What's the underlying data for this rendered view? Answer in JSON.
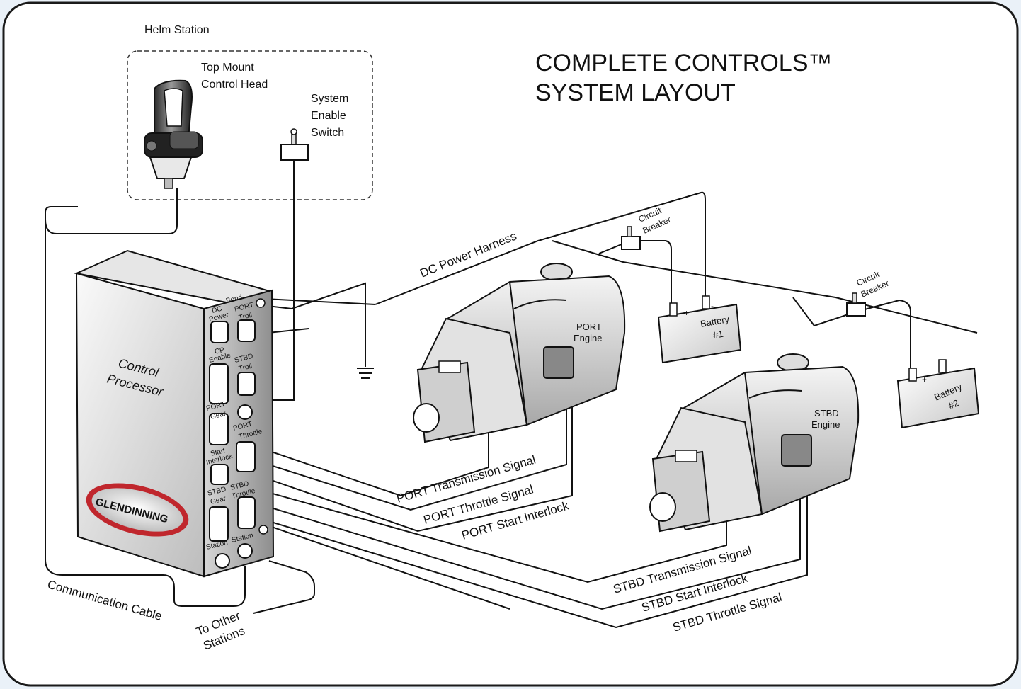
{
  "title": {
    "line1": "COMPLETE CONTROLS™",
    "line2": "SYSTEM LAYOUT"
  },
  "helm": {
    "station_label": "Helm Station",
    "control_head_label_1": "Top Mount",
    "control_head_label_2": "Control Head",
    "enable_label_1": "System",
    "enable_label_2": "Enable",
    "enable_label_3": "Switch"
  },
  "processor": {
    "label_1": "Control",
    "label_2": "Processor",
    "logo": "GLENDINNING",
    "ports": {
      "bond": "Bond",
      "dc_power_1": "DC",
      "dc_power_2": "Power",
      "port_troll_1": "PORT",
      "port_troll_2": "Troll",
      "cp_enable_1": "CP",
      "cp_enable_2": "Enable",
      "stbd_troll_1": "STBD",
      "stbd_troll_2": "Troll",
      "port_gear_1": "PORT",
      "port_gear_2": "Gear",
      "port_throttle_1": "PORT",
      "port_throttle_2": "Throttle",
      "start_interlock_1": "Start",
      "start_interlock_2": "Interlock",
      "stbd_gear_1": "STBD",
      "stbd_gear_2": "Gear",
      "stbd_throttle_1": "STBD",
      "stbd_throttle_2": "Throttle",
      "station_1": "Station",
      "station_2": "Station"
    }
  },
  "engines": {
    "port_1": "PORT",
    "port_2": "Engine",
    "stbd_1": "STBD",
    "stbd_2": "Engine"
  },
  "batteries": {
    "b1_1": "Battery",
    "b1_2": "#1",
    "b2_1": "Battery",
    "b2_2": "#2",
    "plus": "+",
    "minus": "-"
  },
  "breakers": {
    "cb1_1": "Circuit",
    "cb1_2": "Breaker",
    "cb2_1": "Circuit",
    "cb2_2": "Breaker"
  },
  "cables": {
    "dc_power_harness": "DC Power Harness",
    "port_transmission": "PORT Transmission Signal",
    "port_throttle": "PORT Throttle Signal",
    "port_start": "PORT Start Interlock",
    "stbd_transmission": "STBD Transmission Signal",
    "stbd_start": "STBD Start Interlock",
    "stbd_throttle": "STBD Throttle Signal",
    "communication": "Communication Cable",
    "other_stations_1": "To Other",
    "other_stations_2": "Stations"
  },
  "colors": {
    "frame_background": "#eaf1f8",
    "panel": "#ffffff",
    "line": "#111111",
    "logo_red": "#c0272d"
  }
}
